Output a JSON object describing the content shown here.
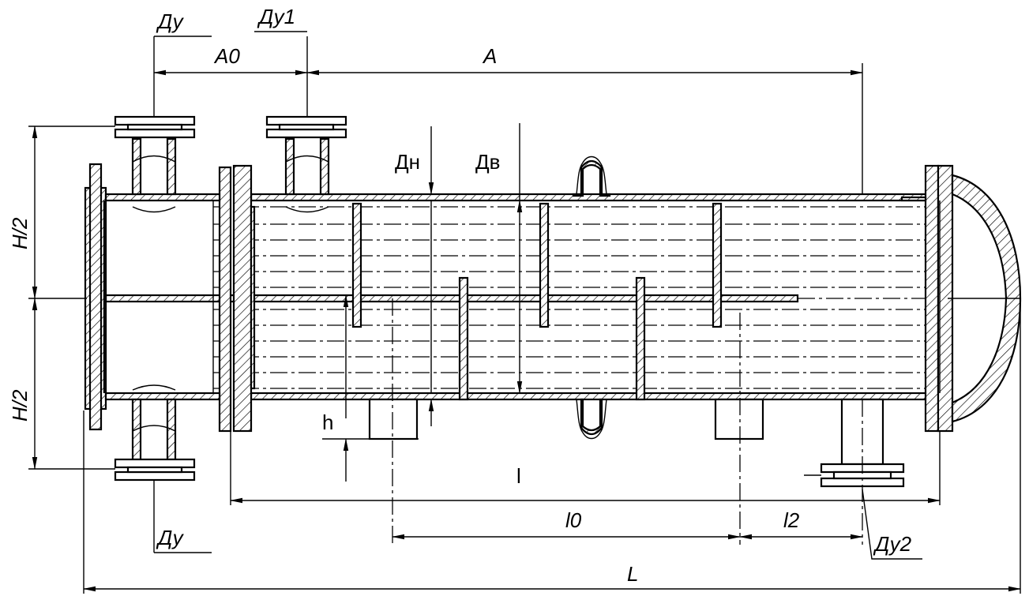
{
  "labels": {
    "du_top": "Ду",
    "du1": "Ду1",
    "a0": "А0",
    "a": "А",
    "dn": "Дн",
    "dv": "Дв",
    "h_half_top": "H/2",
    "h_half_bottom": "H/2",
    "h": "h",
    "l": "l",
    "l0": "l0",
    "l2": "l2",
    "du_bottom": "Ду",
    "du2": "Ду2",
    "L": "L"
  }
}
